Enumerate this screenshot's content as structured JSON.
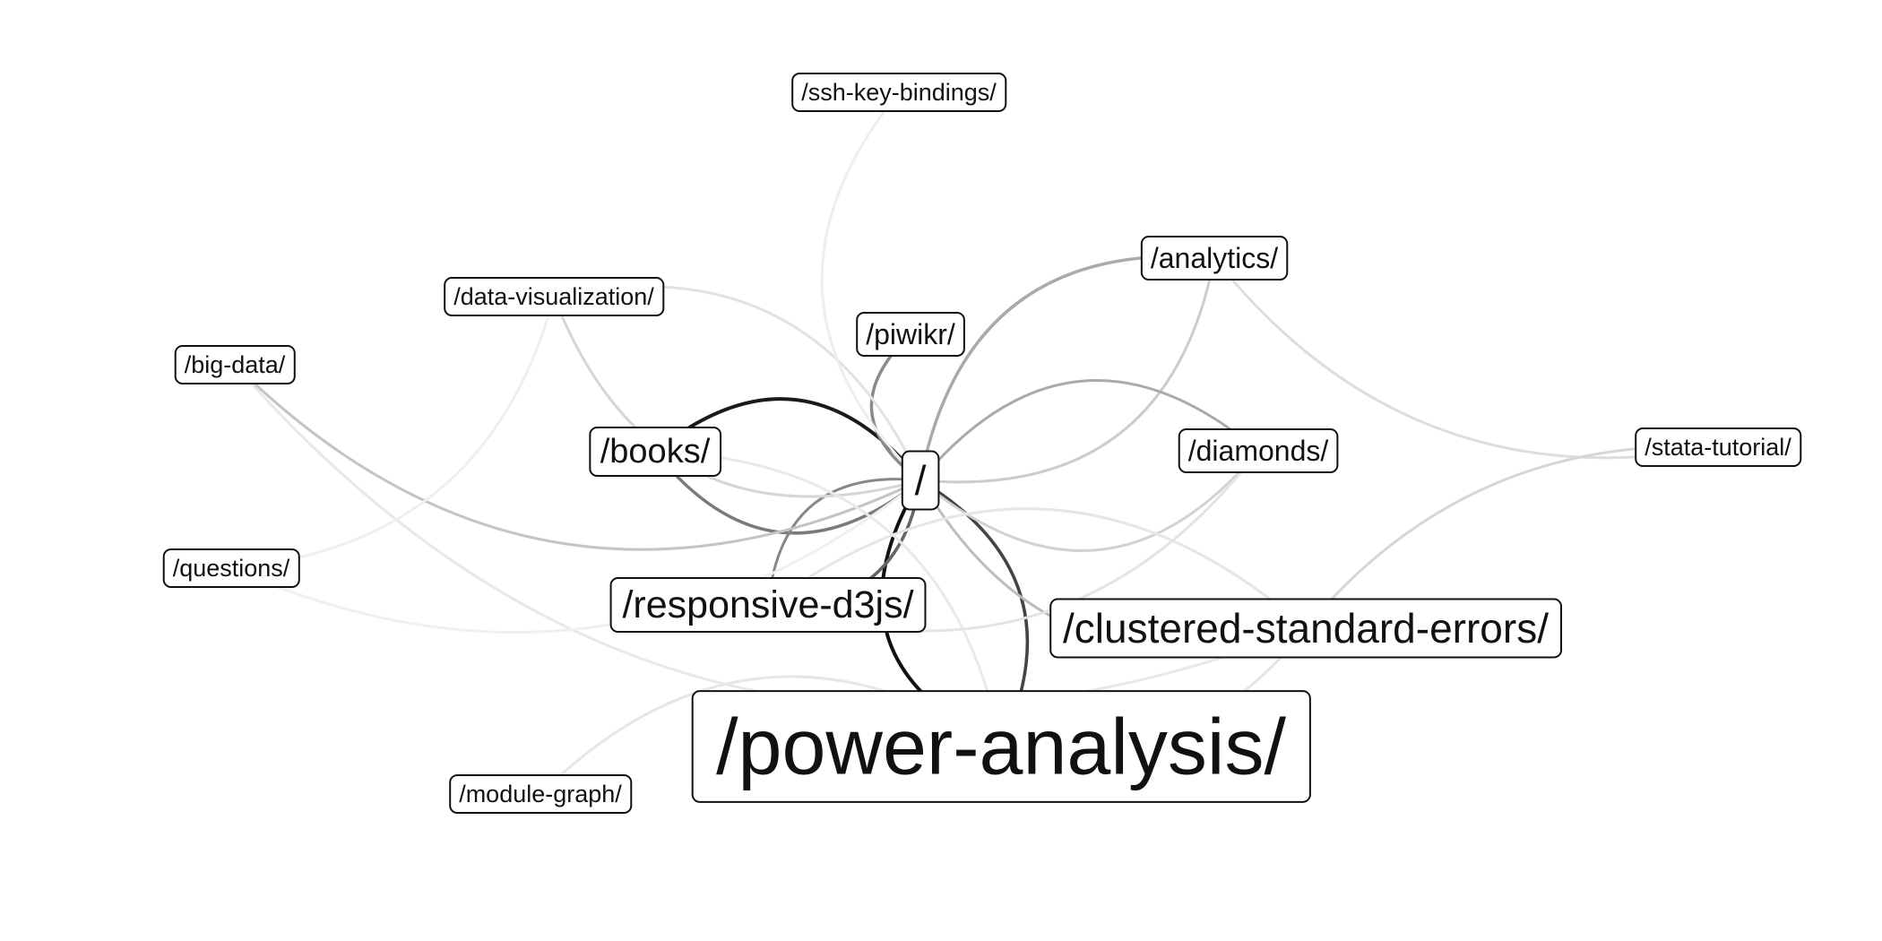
{
  "graph": {
    "nodes": [
      {
        "id": "root",
        "label": "/"
      },
      {
        "id": "power",
        "label": "/power-analysis/"
      },
      {
        "id": "clustered",
        "label": "/clustered-standard-errors/"
      },
      {
        "id": "responsive",
        "label": "/responsive-d3js/"
      },
      {
        "id": "books",
        "label": "/books/"
      },
      {
        "id": "diamonds",
        "label": "/diamonds/"
      },
      {
        "id": "piwikr",
        "label": "/piwikr/"
      },
      {
        "id": "analytics",
        "label": "/analytics/"
      },
      {
        "id": "dataviz",
        "label": "/data-visualization/"
      },
      {
        "id": "bigdata",
        "label": "/big-data/"
      },
      {
        "id": "ssh",
        "label": "/ssh-key-bindings/"
      },
      {
        "id": "stata",
        "label": "/stata-tutorial/"
      },
      {
        "id": "questions",
        "label": "/questions/"
      },
      {
        "id": "modgraph",
        "label": "/module-graph/"
      }
    ],
    "edges": [
      {
        "source": "root",
        "target": "power"
      },
      {
        "source": "power",
        "target": "root"
      },
      {
        "source": "root",
        "target": "books"
      },
      {
        "source": "books",
        "target": "root"
      },
      {
        "source": "responsive",
        "target": "root"
      },
      {
        "source": "root",
        "target": "responsive"
      },
      {
        "source": "piwikr",
        "target": "root"
      },
      {
        "source": "root",
        "target": "analytics"
      },
      {
        "source": "analytics",
        "target": "root"
      },
      {
        "source": "root",
        "target": "diamonds"
      },
      {
        "source": "diamonds",
        "target": "root"
      },
      {
        "source": "root",
        "target": "clustered"
      },
      {
        "source": "bigdata",
        "target": "root"
      },
      {
        "source": "dataviz",
        "target": "root"
      },
      {
        "source": "root",
        "target": "dataviz"
      },
      {
        "source": "ssh",
        "target": "root"
      },
      {
        "source": "analytics",
        "target": "stata"
      },
      {
        "source": "stata",
        "target": "clustered"
      },
      {
        "source": "power",
        "target": "clustered"
      },
      {
        "source": "power",
        "target": "modgraph"
      },
      {
        "source": "bigdata",
        "target": "clustered"
      },
      {
        "source": "questions",
        "target": "dataviz"
      },
      {
        "source": "questions",
        "target": "root"
      },
      {
        "source": "clustered",
        "target": "responsive"
      },
      {
        "source": "power",
        "target": "books"
      },
      {
        "source": "responsive",
        "target": "diamonds"
      }
    ]
  }
}
